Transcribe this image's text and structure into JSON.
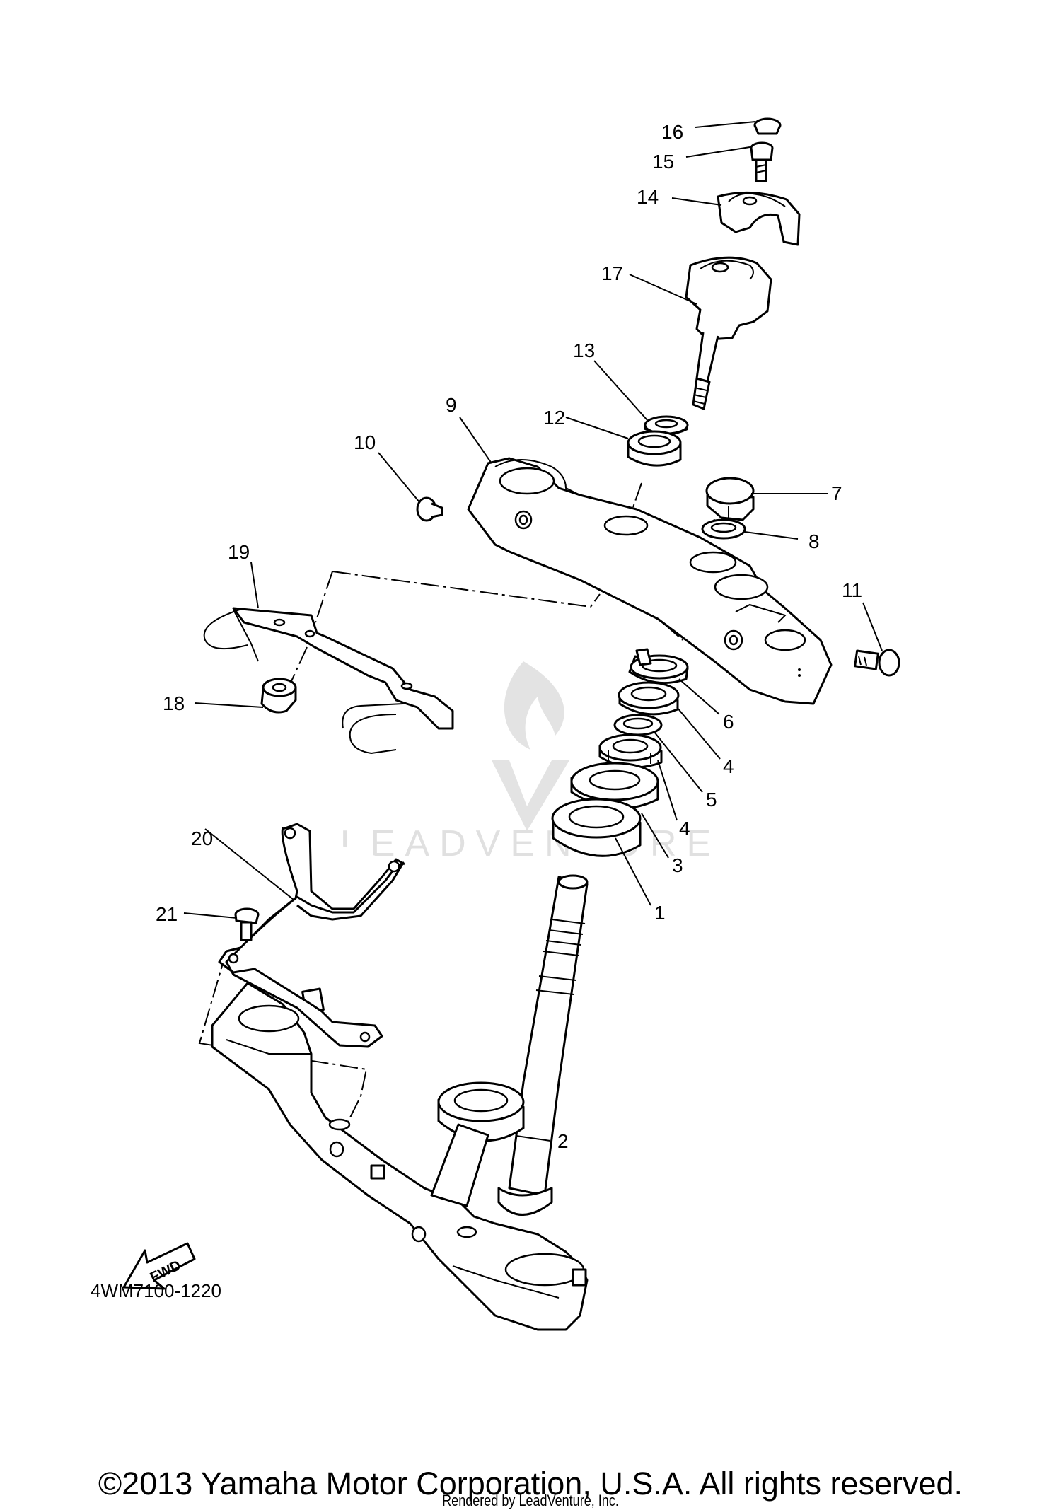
{
  "watermark": {
    "text": "LEADVENTURE",
    "icon": "leadventure-flame-logo"
  },
  "diagram_code": "4WM7100-1220",
  "fwd_arrow": {
    "label": "FWD",
    "icon": "forward-arrow-icon"
  },
  "callouts": [
    {
      "id": "16",
      "label": "16"
    },
    {
      "id": "15",
      "label": "15"
    },
    {
      "id": "14",
      "label": "14"
    },
    {
      "id": "17",
      "label": "17"
    },
    {
      "id": "13",
      "label": "13"
    },
    {
      "id": "12",
      "label": "12"
    },
    {
      "id": "9",
      "label": "9"
    },
    {
      "id": "10",
      "label": "10"
    },
    {
      "id": "7",
      "label": "7"
    },
    {
      "id": "8",
      "label": "8"
    },
    {
      "id": "19",
      "label": "19"
    },
    {
      "id": "11",
      "label": "11"
    },
    {
      "id": "18",
      "label": "18"
    },
    {
      "id": "6",
      "label": "6"
    },
    {
      "id": "4a",
      "label": "4"
    },
    {
      "id": "5",
      "label": "5"
    },
    {
      "id": "4b",
      "label": "4"
    },
    {
      "id": "3",
      "label": "3"
    },
    {
      "id": "20",
      "label": "20"
    },
    {
      "id": "1",
      "label": "1"
    },
    {
      "id": "21",
      "label": "21"
    },
    {
      "id": "2",
      "label": "2"
    }
  ],
  "copyright": "©2013 Yamaha Motor Corporation, U.S.A. All rights reserved.",
  "rendered_by": "Rendered by LeadVenture, Inc."
}
